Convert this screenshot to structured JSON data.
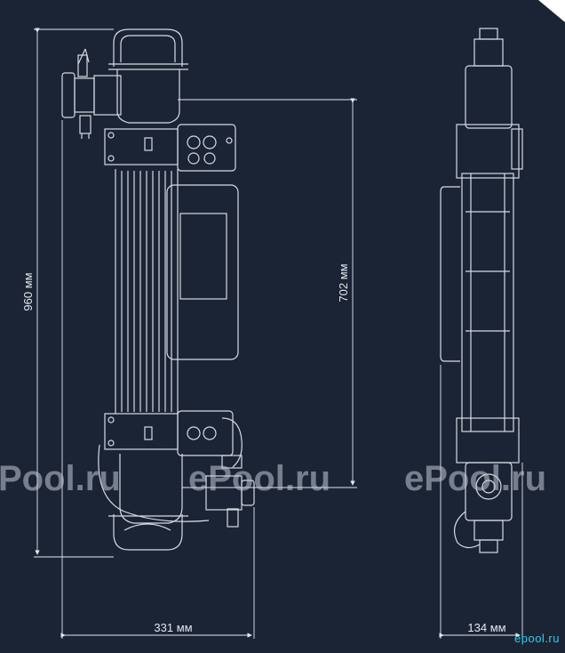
{
  "dimensions": {
    "height_total": "960 мм",
    "height_body": "702 мм",
    "width_front": "331 мм",
    "width_side": "134 мм"
  },
  "watermarks": [
    "Pool.ru",
    "ePool.ru",
    "ePool.ru"
  ],
  "brand": "epool.ru",
  "colors": {
    "background": "#1b2435",
    "line": "#e3e7ee",
    "watermark": "#c3cad5",
    "brand": "#2fd0e8"
  }
}
